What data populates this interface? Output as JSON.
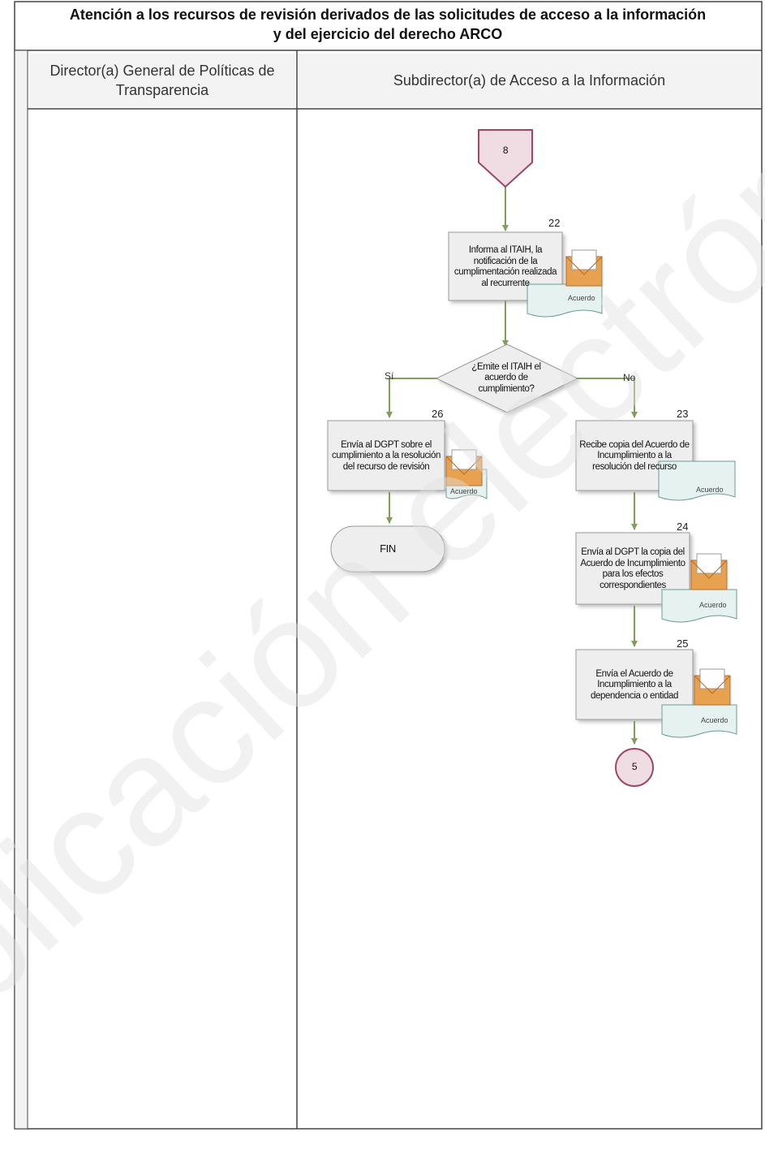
{
  "title": "Atención a los recursos de revisión derivados de las solicitudes de acceso a la información\ny del ejercicio del derecho ARCO",
  "lanes": [
    {
      "label": "Director(a) General de Políticas de Transparencia"
    },
    {
      "label": "Subdirector(a) de Acceso a la Información"
    }
  ],
  "connectors": {
    "start": "8",
    "end": "5"
  },
  "steps": {
    "s22": {
      "number": "22",
      "text": "Informa al ITAIH, la notificación de la cumplimentación realizada al recurrente",
      "doc": "Acuerdo"
    },
    "decision": {
      "text": "¿Emite el ITAIH el acuerdo de cumplimiento?",
      "yes": "Sí",
      "no": "No"
    },
    "s26": {
      "number": "26",
      "text": "Envía al DGPT sobre el cumplimiento a la resolución del recurso de revisión",
      "doc": "Acuerdo"
    },
    "s23": {
      "number": "23",
      "text": "Recibe copia del Acuerdo de Incumplimiento a la resolución del recurso",
      "doc": "Acuerdo"
    },
    "s24": {
      "number": "24",
      "text": "Envía al DGPT la copia del Acuerdo de Incumplimiento para los efectos correspondientes",
      "doc": "Acuerdo"
    },
    "s25": {
      "number": "25",
      "text": "Envía el Acuerdo de Incumplimiento a la dependencia o entidad",
      "doc": "Acuerdo"
    },
    "fin": {
      "text": "FIN"
    }
  },
  "watermark": "Publicación electrónica",
  "colors": {
    "process_fill": "#eeeeee",
    "connector_fill": "#f0dde4",
    "connector_stroke": "#9c4a63",
    "arrow": "#7fa05a",
    "lane_border": "#555555"
  }
}
